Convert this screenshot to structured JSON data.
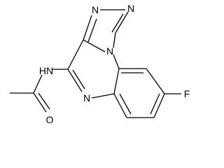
{
  "structure": {
    "atoms": {
      "n_triazole_top": "N",
      "n_triazole_left": "N",
      "n_bridge": "N",
      "nh": "HN",
      "n_quinoxaline": "N",
      "o_carbonyl": "O",
      "f_substituent": "F"
    }
  }
}
